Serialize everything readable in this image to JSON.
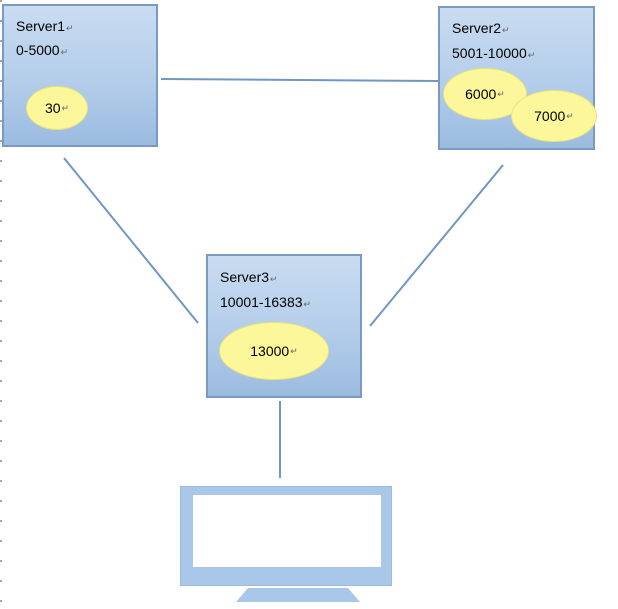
{
  "colors": {
    "server_fill_top": "#c9dcf1",
    "server_fill_bottom": "#9bbbe0",
    "server_border": "#7a99c3",
    "slot_fill": "#fbf79a",
    "link": "#6f96c4"
  },
  "servers": [
    {
      "name": "Server1",
      "range": "0-5000",
      "slots": [
        "30"
      ]
    },
    {
      "name": "Server2",
      "range": "5001-10000",
      "slots": [
        "6000",
        "7000"
      ]
    },
    {
      "name": "Server3",
      "range": "10001-16383",
      "slots": [
        "13000"
      ]
    }
  ],
  "client": {
    "icon": "monitor-icon"
  }
}
